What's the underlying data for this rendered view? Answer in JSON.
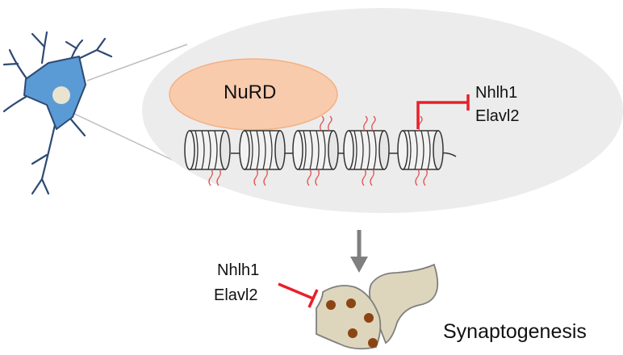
{
  "complex_label": "NuRD",
  "repressed_genes_top": [
    "Nhlh1",
    "Elavl2"
  ],
  "repressed_genes_bottom": [
    "Nhlh1",
    "Elavl2"
  ],
  "process_label": "Synaptogenesis",
  "colors": {
    "neuron_fill": "#5b9bd5",
    "neuron_outline": "#2e4a73",
    "nucleus": "#e8e4cf",
    "zoom_bubble": "#ececec",
    "nurd_fill": "#f8cbad",
    "inhibition": "#e8202a",
    "histone_mark": "#e05252",
    "arrow": "#7f7f7f",
    "synapse_fill": "#ddd6bd",
    "synapse_outline": "#7f7f7f",
    "vesicle": "#8b4513"
  },
  "icons": [
    "neuron-icon",
    "nucleosome-icon",
    "down-arrow-icon",
    "synapse-icon",
    "inhibition-bar-icon"
  ]
}
